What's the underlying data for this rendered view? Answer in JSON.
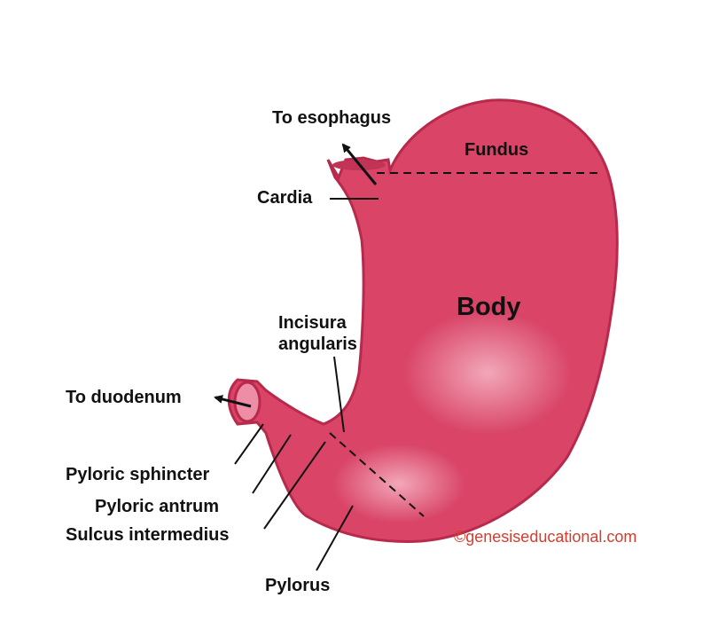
{
  "labels": {
    "to_esophagus": "To esophagus",
    "fundus": "Fundus",
    "cardia": "Cardia",
    "body": "Body",
    "incisura_line1": "Incisura",
    "incisura_line2": "angularis",
    "to_duodenum": "To duodenum",
    "pyloric_sphincter": "Pyloric sphincter",
    "pyloric_antrum": "Pyloric antrum",
    "sulcus_intermedius": "Sulcus intermedius",
    "pylorus": "Pylorus"
  },
  "credit": "©genesiseducational.com",
  "colors": {
    "stomach_fill": "#d94467",
    "stomach_edge": "#b72a4c",
    "highlight": "#ee8ea6",
    "text": "#111111",
    "credit": "#d83a2b"
  }
}
